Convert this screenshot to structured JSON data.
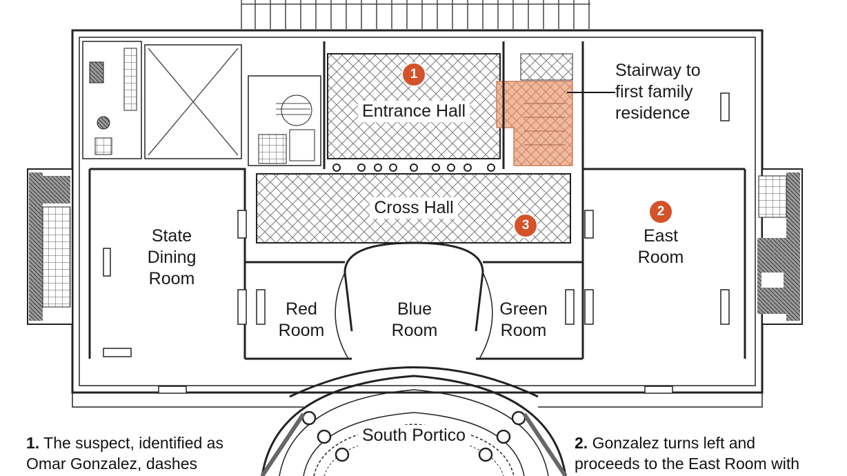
{
  "rooms": {
    "entrance_hall": "Entrance Hall",
    "cross_hall": "Cross Hall",
    "state_dining_1": "State",
    "state_dining_2": "Dining",
    "state_dining_3": "Room",
    "red_1": "Red",
    "red_2": "Room",
    "blue_1": "Blue",
    "blue_2": "Room",
    "green_1": "Green",
    "green_2": "Room",
    "east_1": "East",
    "east_2": "Room",
    "south_portico": "South Portico"
  },
  "stairway": {
    "line1": "Stairway to",
    "line2": "first family",
    "line3": "residence"
  },
  "markers": {
    "m1": "1",
    "m2": "2",
    "m3": "3"
  },
  "captions": {
    "c1_num": "1.",
    "c1_line1": " The suspect, identified as",
    "c1_line2": "Omar Gonzalez, dashes",
    "c2_num": "2.",
    "c2_line1": " Gonzalez turns left and",
    "c2_line2": "proceeds to the East Room with"
  },
  "colors": {
    "marker": "#d4522a",
    "stairway_fill": "#f0b99d",
    "wall": "#222222",
    "hatch": "#7a7a7a",
    "terrace": "#555555"
  }
}
